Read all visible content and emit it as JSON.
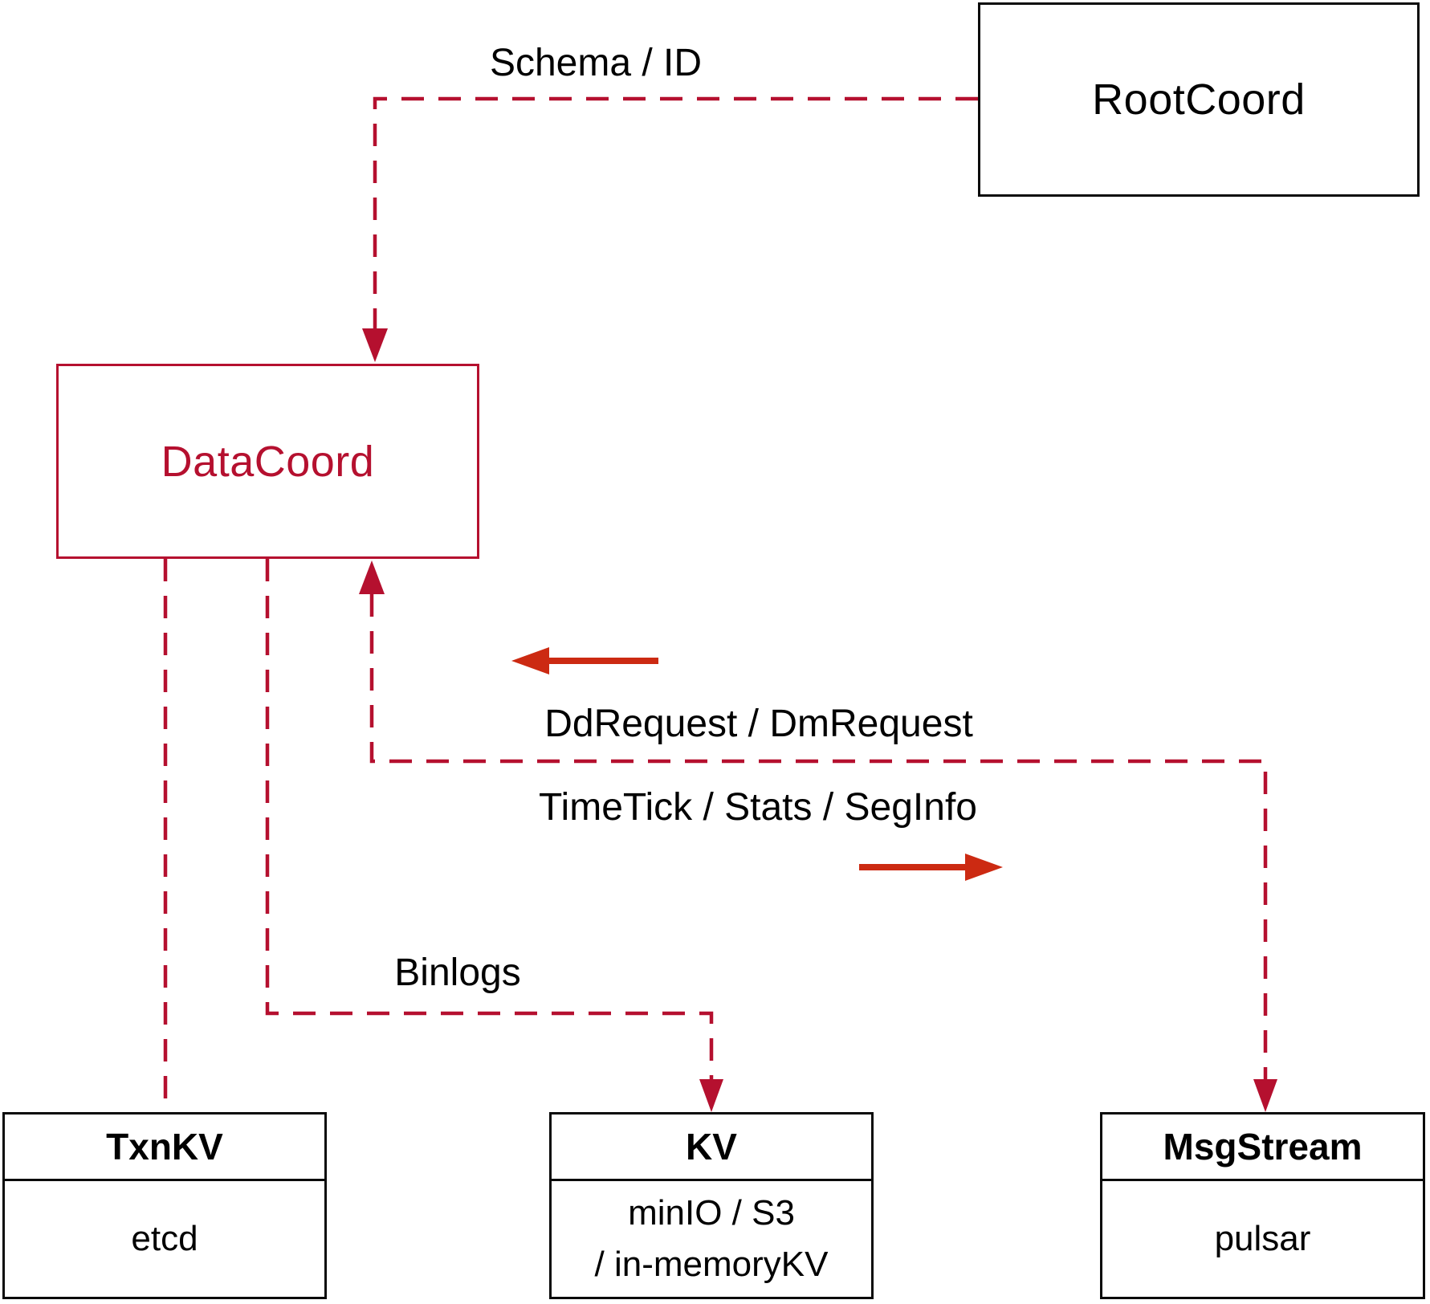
{
  "nodes": {
    "rootcoord": {
      "label": "RootCoord"
    },
    "datacoord": {
      "label": "DataCoord"
    },
    "txnkv": {
      "title": "TxnKV",
      "body": "etcd"
    },
    "kv": {
      "title": "KV",
      "body_line1": "minIO / S3",
      "body_line2": "/ in-memoryKV"
    },
    "msgstream": {
      "title": "MsgStream",
      "body": "pulsar"
    }
  },
  "edges": {
    "schema_id": {
      "label": "Schema / ID"
    },
    "dd_dm_request": {
      "label": "DdRequest / DmRequest"
    },
    "timetick_stats": {
      "label": "TimeTick / Stats / SegInfo"
    },
    "binlogs": {
      "label": "Binlogs"
    }
  },
  "colors": {
    "connector_dashed": "#b5102f",
    "solid_arrow": "#cc2a12",
    "box_border": "#0a0a0a",
    "text": "#000000",
    "background": "#ffffff"
  }
}
